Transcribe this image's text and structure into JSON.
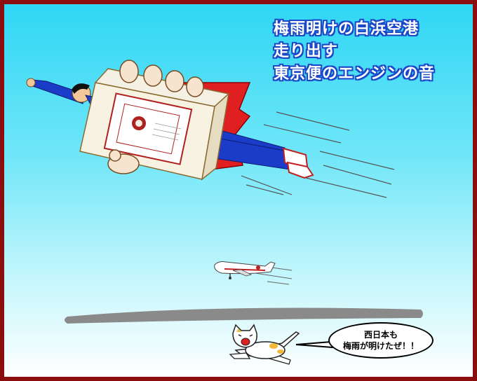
{
  "haiku": {
    "line1": "梅雨明けの白浜空港",
    "line2": "走り出す",
    "line3": "東京便のエンジンの音"
  },
  "speech": {
    "line1": "西日本も",
    "line2": "梅雨が明けたぜ！！"
  },
  "colors": {
    "frame": "#8b0d0d",
    "sky_top": "#2fd6f4",
    "text_outline": "#1a48c8",
    "cape": "#e02020",
    "suit": "#1a3cc8"
  }
}
